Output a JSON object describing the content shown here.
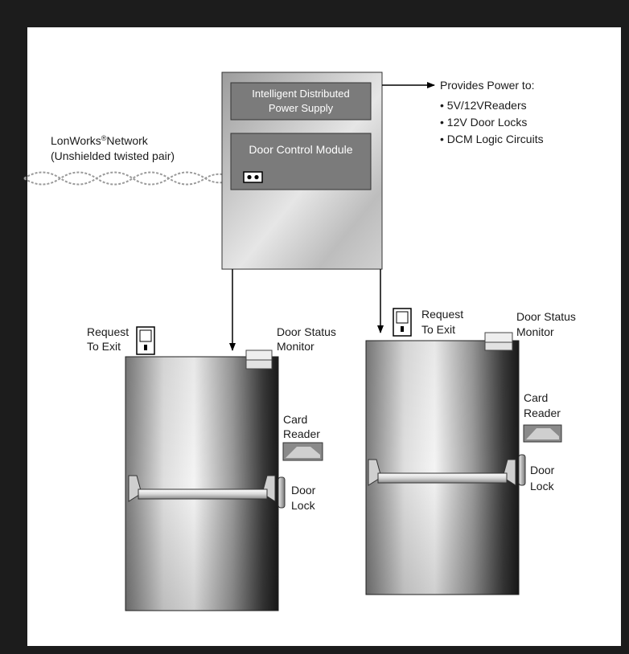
{
  "colors": {
    "frame": "#1c1c1c",
    "paper": "#ffffff",
    "label_box": "#7b7b7b",
    "label_text": "#ffffff",
    "line": "#000000"
  },
  "network": {
    "name": "LonWorks",
    "reg_mark": "®",
    "suffix": "Network",
    "cable": "(Unshielded twisted pair)"
  },
  "power_supply": {
    "line1": "Intelligent Distributed",
    "line2": "Power Supply"
  },
  "dcm": {
    "label": "Door Control Module"
  },
  "provides": {
    "heading": "Provides Power to:",
    "items": [
      "• 5V/12VReaders",
      "• 12V Door Locks",
      "• DCM Logic Circuits"
    ]
  },
  "door_left": {
    "rte": [
      "Request",
      "To Exit"
    ],
    "dsm": [
      "Door Status",
      "Monitor"
    ],
    "reader": [
      "Card",
      "Reader"
    ],
    "lock": [
      "Door",
      "Lock"
    ]
  },
  "door_right": {
    "rte": [
      "Request",
      "To Exit"
    ],
    "dsm": [
      "Door Status",
      "Monitor"
    ],
    "reader": [
      "Card",
      "Reader"
    ],
    "lock": [
      "Door",
      "Lock"
    ]
  }
}
